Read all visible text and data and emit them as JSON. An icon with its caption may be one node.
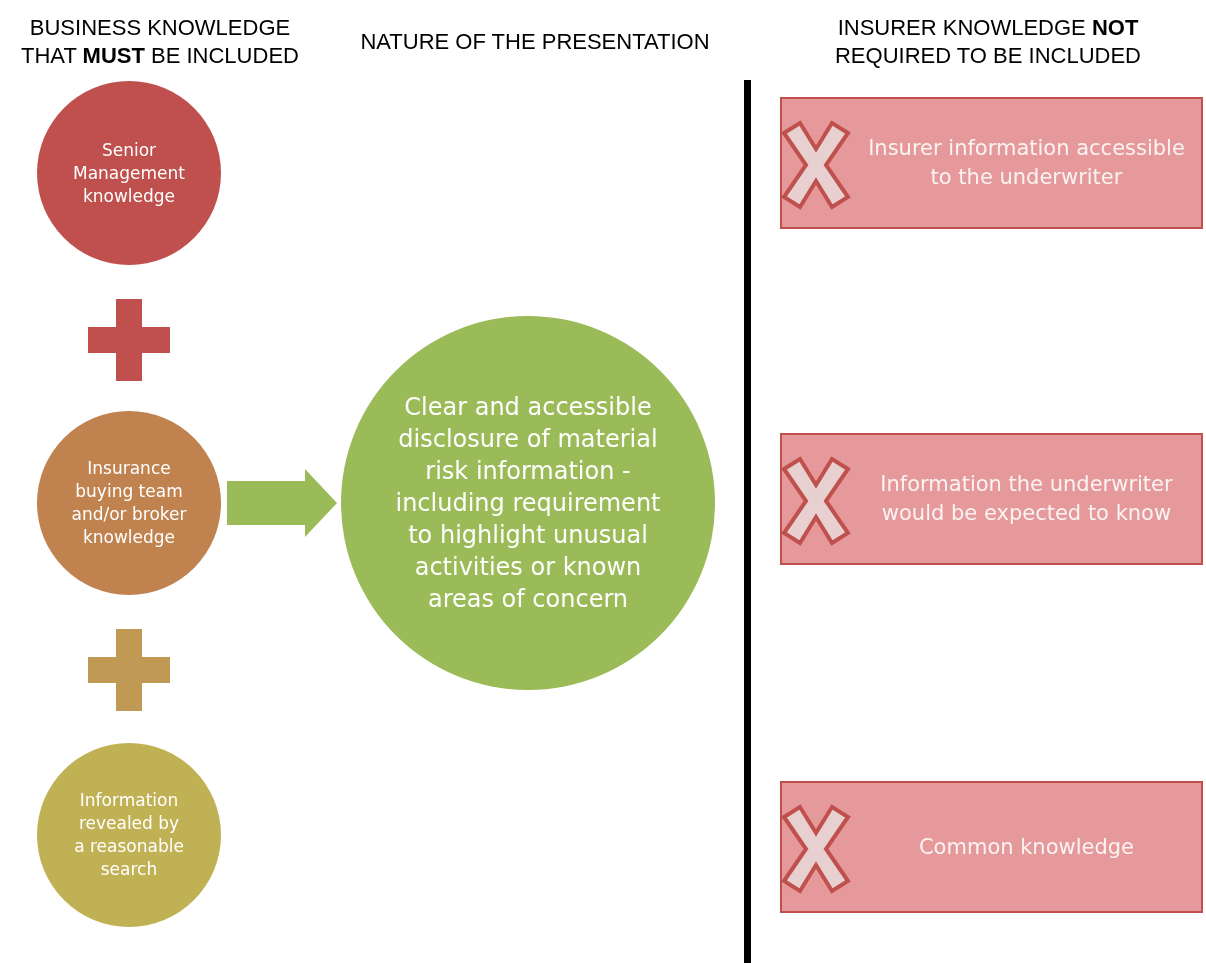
{
  "diagram": {
    "nodes": [
      {
        "text": [
          "Senior Management knowledge"
        ]
      },
      {
        "text": [
          "Insurance buying team and/or broker knowledge"
        ]
      },
      {
        "text": [
          "Information revealed by a reasonable search"
        ]
      },
      {
        "text": [
          "Clear and accessible disclosure of material risk information - including requirement to highlight unusual activities or known areas of concern"
        ]
      },
      {
        "text": [
          "Insurer information accessible to the underwriter"
        ]
      },
      {
        "text": [
          "Information the underwriter would be expected to know"
        ]
      },
      {
        "text": [
          "Common knowledge"
        ]
      },
      {
        "text": [],
        "shape": "plus"
      },
      {
        "text": [],
        "shape": "plus"
      }
    ],
    "edges": [
      {
        "from": 1,
        "to": 3,
        "arrow": "to"
      }
    ],
    "labels": [
      "BUSINESS KNOWLEDGE THAT **MUST** BE INCLUDED",
      "NATURE OF THE PRESENTATION",
      "INSURER KNOWLEDGE **NOT** REQUIRED TO BE INCLUDED"
    ]
  }
}
